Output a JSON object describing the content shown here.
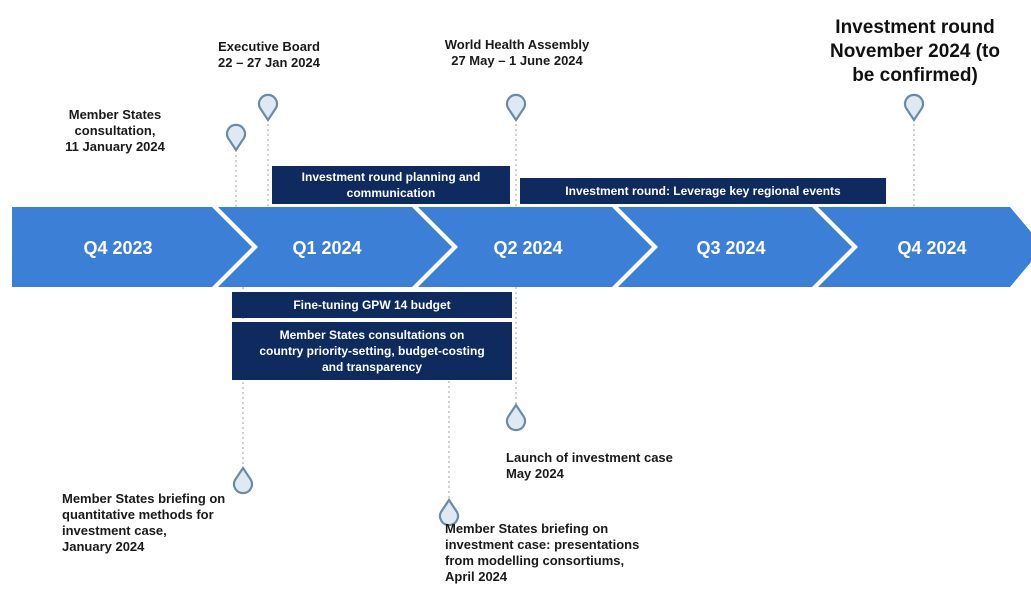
{
  "colors": {
    "arrow_fill": "#3b7fd6",
    "bar_fill": "#0e2a5f",
    "pin_stroke": "#6b8aa6",
    "pin_fill": "#dfe9f3"
  },
  "quarters": [
    "Q4 2023",
    "Q1 2024",
    "Q2 2024",
    "Q3 2024",
    "Q4 2024"
  ],
  "milestones": {
    "ms_consultation": "Member States\nconsultation,\n11 January 2024",
    "exec_board": "Executive Board\n22 – 27 Jan 2024",
    "wha": "World Health Assembly\n27 May – 1 June 2024",
    "investment_round_nov": "Investment round\nNovember 2024 (to\nbe confirmed)",
    "launch_case": "Launch of investment case\nMay 2024",
    "briefing_quant": "Member States briefing on\nquantitative methods for\ninvestment case,\nJanuary 2024",
    "briefing_case": "Member States briefing on\ninvestment case: presentations\nfrom modelling consortiums,\nApril 2024"
  },
  "activities": {
    "planning": "Investment round planning and\ncommunication",
    "leverage": "Investment round: Leverage key regional events",
    "fine_tuning": "Fine-tuning GPW 14 budget",
    "consultations": "Member States consultations on\ncountry priority-setting, budget-costing\nand transparency"
  }
}
